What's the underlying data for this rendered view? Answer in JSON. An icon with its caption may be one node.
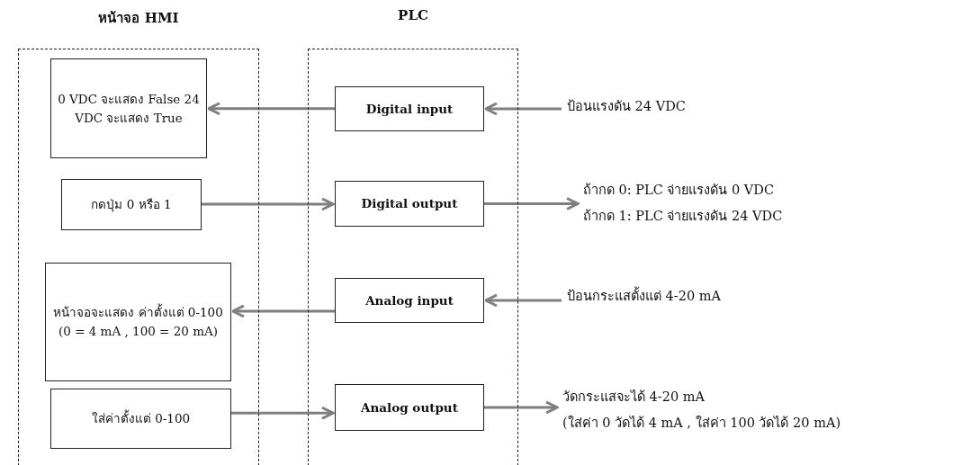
{
  "diagram": {
    "nodes": [
      {
        "text": [
          "หน้าจอ HMI"
        ]
      },
      {
        "text": [
          "0 VDC จะแสดง False 24 VDC จะแสดง True"
        ],
        "in": 0
      },
      {
        "text": [
          "กดปุ่ม 0 หรือ 1"
        ],
        "in": 0
      },
      {
        "text": [
          "หน้าจอจะแสดง ค่าตั้งแต่ 0-100 (0 = 4 mA , 100 = 20 mA)"
        ],
        "in": 0
      },
      {
        "text": [
          "ใส่ค่าตั้งแต่ 0-100"
        ],
        "in": 0
      },
      {
        "text": [
          "PLC"
        ]
      },
      {
        "text": [
          "Digital input"
        ],
        "in": 5
      },
      {
        "text": [
          "Digital output"
        ],
        "in": 5
      },
      {
        "text": [
          "Analog input"
        ],
        "in": 5
      },
      {
        "text": [
          "Analog output"
        ],
        "in": 5
      },
      {
        "text": [
          "ป้อนแรงดัน 24 VDC"
        ]
      },
      {
        "text": [
          "ถ้ากด 0: PLC จ่ายแรงดัน 0 VDC",
          "ถ้ากด 1: PLC จ่ายแรงดัน 24 VDC"
        ]
      },
      {
        "text": [
          "ป้อนกระแสตั้งแต่ 4-20 mA"
        ]
      },
      {
        "text": [
          "วัดกระแสจะได้ 4-20 mA",
          "(ใส่ค่า 0 วัดได้ 4 mA , ใส่ค่า 100 วัดได้ 20 mA)"
        ]
      }
    ],
    "edges": [
      {
        "from": 6,
        "to": 1,
        "arrow": "to"
      },
      {
        "from": 10,
        "to": 6,
        "arrow": "to"
      },
      {
        "from": 2,
        "to": 7,
        "arrow": "to"
      },
      {
        "from": 7,
        "to": 11,
        "arrow": "to"
      },
      {
        "from": 8,
        "to": 3,
        "arrow": "to"
      },
      {
        "from": 12,
        "to": 8,
        "arrow": "to"
      },
      {
        "from": 4,
        "to": 9,
        "arrow": "to"
      },
      {
        "from": 9,
        "to": 13,
        "arrow": "to"
      }
    ]
  }
}
